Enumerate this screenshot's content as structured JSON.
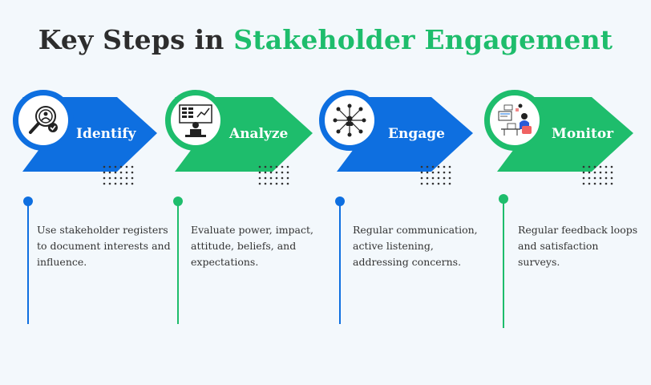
{
  "title": {
    "part1": "Key Steps in",
    "part2": "Stakeholder Engagement"
  },
  "colors": {
    "blue": "#0e6fe0",
    "green": "#1ebd6c"
  },
  "steps": [
    {
      "label": "Identify",
      "icon": "magnifier-person-check-icon",
      "color": "blue",
      "desc": "Use stakeholder registers to document interests and influence."
    },
    {
      "label": "Analyze",
      "icon": "dashboard-analyst-icon",
      "color": "green",
      "desc": "Evaluate power, impact, attitude, beliefs, and expectations."
    },
    {
      "label": "Engage",
      "icon": "network-people-icon",
      "color": "blue",
      "desc": "Regular communication, active listening, addressing concerns."
    },
    {
      "label": "Monitor",
      "icon": "person-at-desk-icon",
      "color": "green",
      "desc": "Regular feedback loops and satisfaction surveys."
    }
  ]
}
